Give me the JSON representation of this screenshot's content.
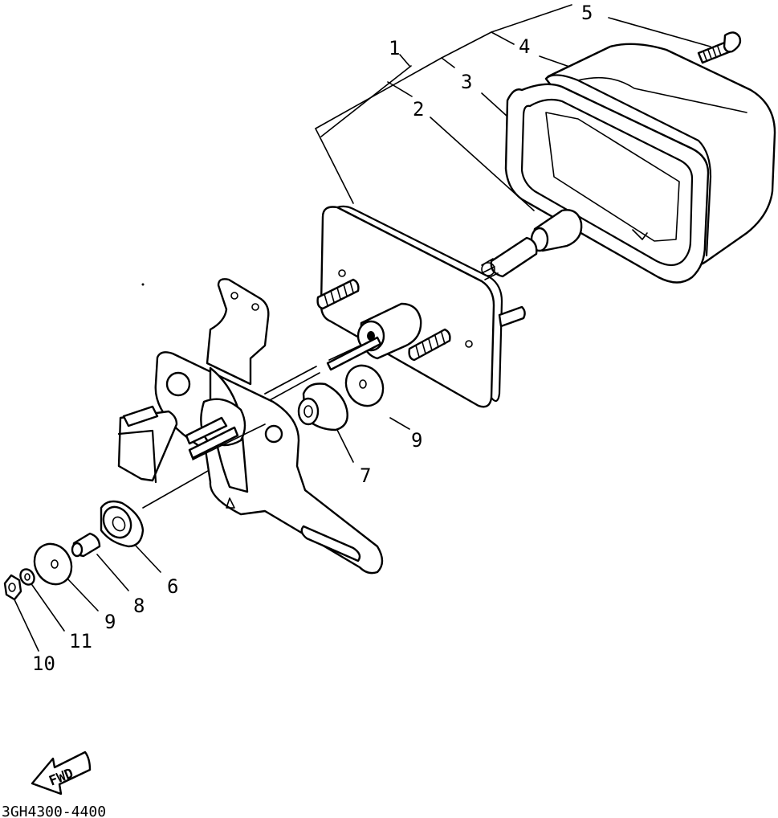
{
  "diagram": {
    "part_numbers": {
      "n1": "1",
      "n2": "2",
      "n3": "3",
      "n4": "4",
      "n5": "5",
      "n6": "6",
      "n7": "7",
      "n8": "8",
      "n9a": "9",
      "n9b": "9",
      "n10": "10",
      "n11": "11"
    },
    "direction_badge": "FWD",
    "drawing_code": "3GH4300-4400",
    "parts": [
      {
        "ref": "1",
        "depicts": "tail-light-assembly"
      },
      {
        "ref": "2",
        "depicts": "bulb"
      },
      {
        "ref": "3",
        "depicts": "gasket"
      },
      {
        "ref": "4",
        "depicts": "lens"
      },
      {
        "ref": "5",
        "depicts": "screw"
      },
      {
        "ref": "6",
        "depicts": "damper"
      },
      {
        "ref": "7",
        "depicts": "damper"
      },
      {
        "ref": "8",
        "depicts": "collar"
      },
      {
        "ref": "9",
        "depicts": "washer"
      },
      {
        "ref": "10",
        "depicts": "nut"
      },
      {
        "ref": "11",
        "depicts": "lock-washer"
      }
    ]
  }
}
